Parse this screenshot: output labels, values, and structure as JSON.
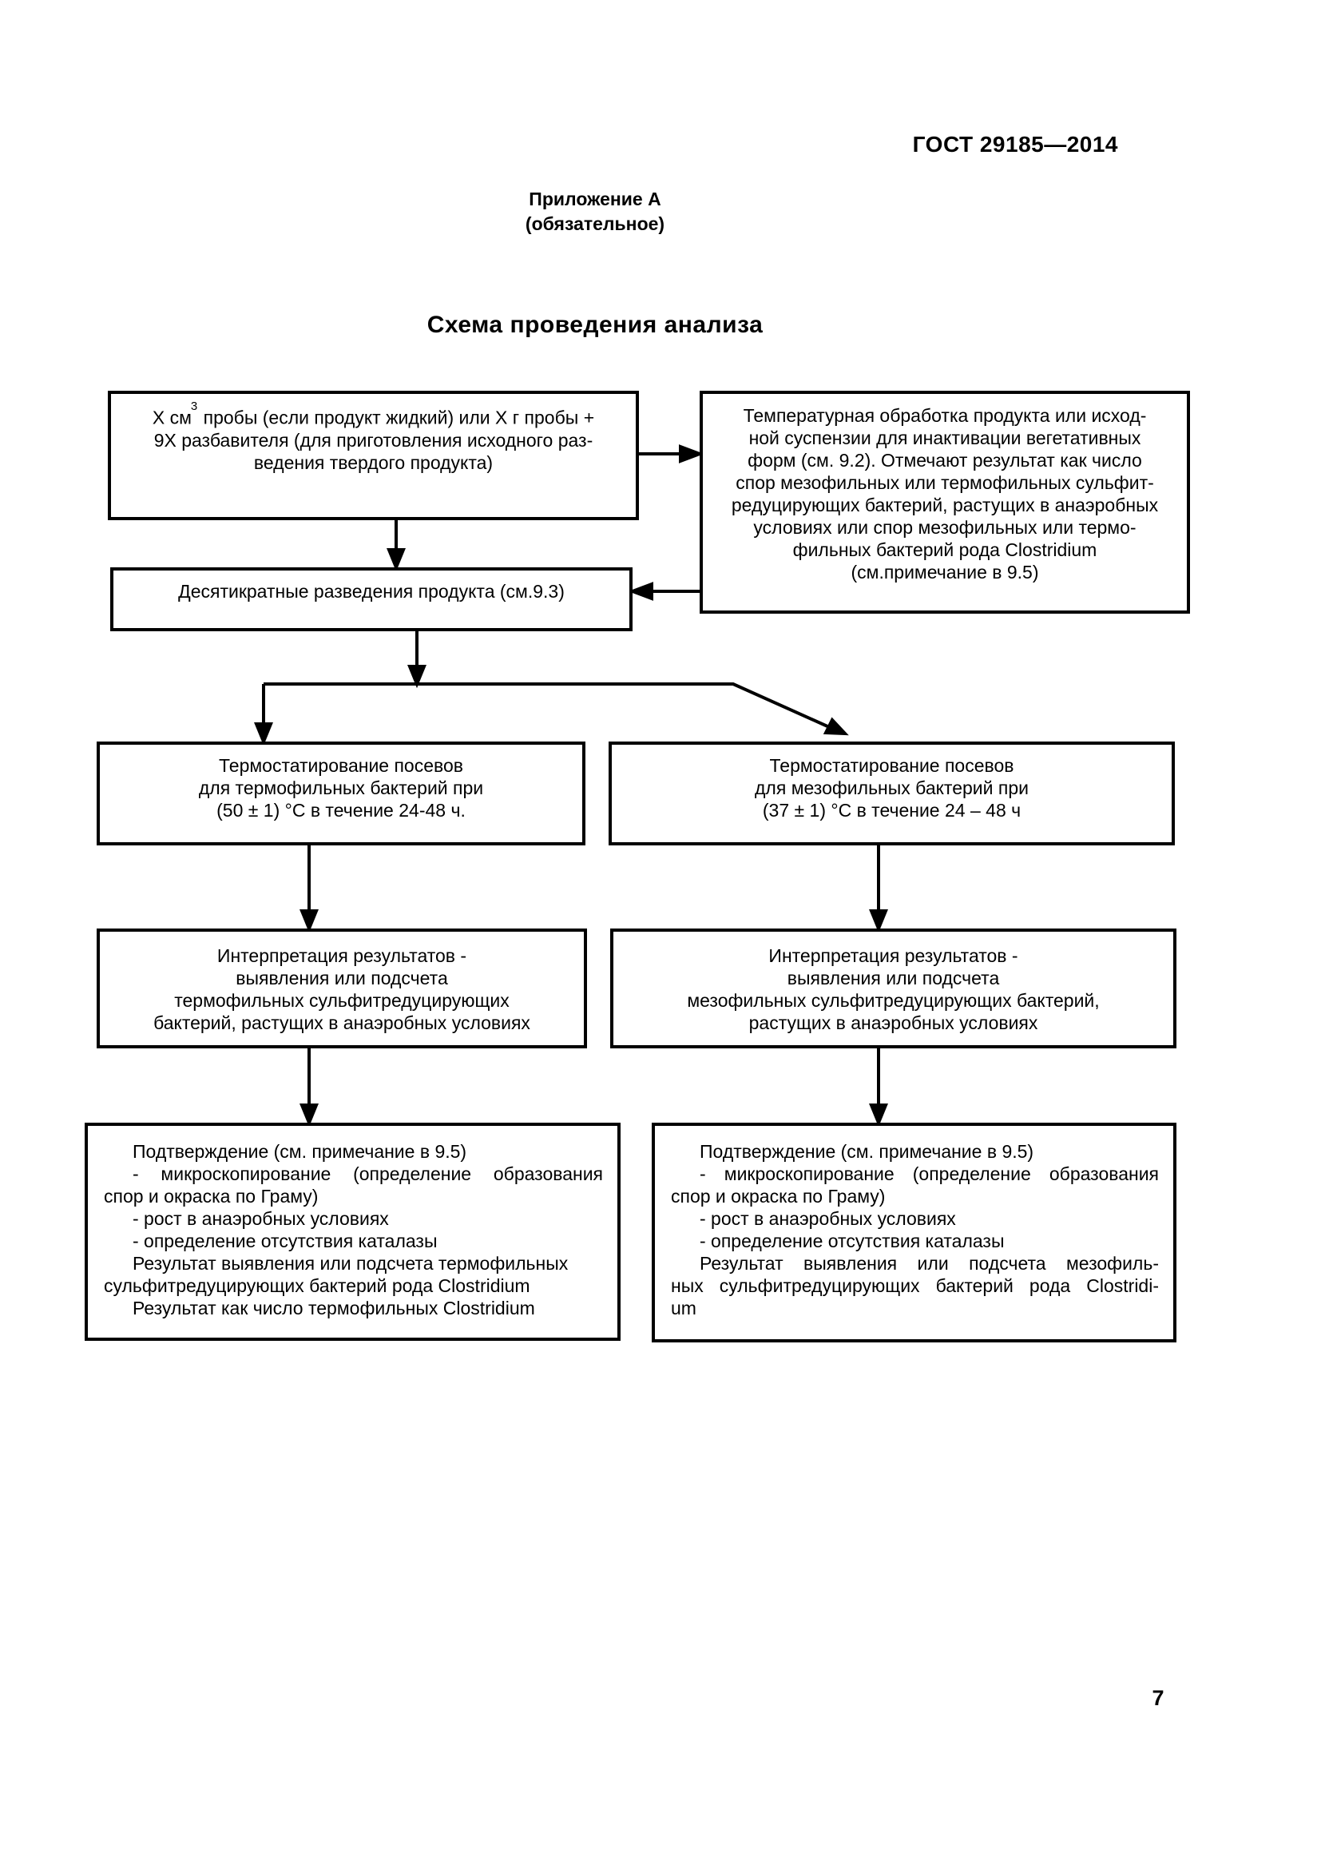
{
  "page": {
    "doc_code": "ГОСТ 29185—2014",
    "appendix_label": "Приложение А",
    "appendix_type": "(обязательное)",
    "title": "Схема проведения анализа",
    "page_number": "7"
  },
  "flowchart": {
    "sample_box": {
      "line1_pre": "Х см",
      "line1_sup": "3",
      "line1_post": " пробы (если продукт жидкий) или Х г пробы +",
      "line2": "9Х разбавителя (для приготовления исходного раз-",
      "line3": "ведения твердого продукта)"
    },
    "heat_treatment_box": {
      "lines": [
        "Температурная обработка продукта или исход-",
        "ной суспензии для инактивации вегетативных",
        "форм (см. 9.2). Отмечают результат как число",
        "спор мезофильных или термофильных сульфит-",
        "редуцирующих бактерий, растущих в анаэробных",
        "условиях или спор мезофильных или термо-",
        "фильных бактерий рода Clostridium",
        "(см.примечание в 9.5)"
      ]
    },
    "dilution_box": {
      "line": "Десятикратные разведения продукта (см.9.3)"
    },
    "thermophilic_incubation_box": {
      "lines": [
        "Термостатирование посевов",
        "для термофильных бактерий при",
        "(50 ± 1) °С в течение 24-48 ч."
      ]
    },
    "mesophilic_incubation_box": {
      "lines": [
        "Термостатирование посевов",
        "для мезофильных бактерий при",
        "(37 ± 1) °С в течение 24 – 48 ч"
      ]
    },
    "thermophilic_interpretation_box": {
      "lines": [
        "Интерпретация результатов -",
        "выявления или подсчета",
        "термофильных сульфитредуцирующих",
        "бактерий, растущих в анаэробных условиях"
      ]
    },
    "mesophilic_interpretation_box": {
      "lines": [
        "Интерпретация результатов -",
        "выявления или подсчета",
        "мезофильных сульфитредуцирующих бактерий,",
        "растущих в анаэробных условиях"
      ]
    },
    "thermophilic_confirmation_box": {
      "lines": [
        "Подтверждение (см. примечание в 9.5)",
        "- микроскопирование (определение образования",
        "спор и окраска по Граму)",
        "- рост в анаэробных условиях",
        "- определение отсутствия каталазы",
        "Результат выявления или подсчета термофильных",
        "сульфитредуцирующих бактерий рода Clostridium",
        "Результат как число термофильных Clostridium"
      ]
    },
    "mesophilic_confirmation_box": {
      "lines": [
        "Подтверждение (см. примечание в 9.5)",
        "- микроскопирование (определение образования",
        "спор и окраска по Граму)",
        "- рост в анаэробных условиях",
        "- определение отсутствия каталазы",
        "Результат выявления или подсчета мезофиль-",
        "ных сульфитредуцирующих бактерий рода Clostridi-",
        "um"
      ]
    }
  }
}
